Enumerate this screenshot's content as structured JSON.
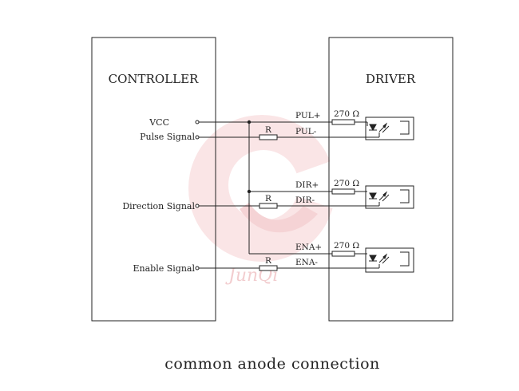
{
  "controller": {
    "title": "CONTROLLER",
    "vcc_label": "VCC",
    "pulse_label": "Pulse Signal",
    "direction_label": "Direction Signal",
    "enable_label": "Enable Signal"
  },
  "driver": {
    "title": "DRIVER"
  },
  "channels": [
    {
      "plus_label": "PUL+",
      "minus_label": "PUL-",
      "resistor_label": "270 Ω",
      "series_resistor_label": "R"
    },
    {
      "plus_label": "DIR+",
      "minus_label": "DIR-",
      "resistor_label": "270 Ω",
      "series_resistor_label": "R"
    },
    {
      "plus_label": "ENA+",
      "minus_label": "ENA-",
      "resistor_label": "270 Ω",
      "series_resistor_label": "R"
    }
  ],
  "watermark": {
    "text": "JunQi",
    "color": "#e9a5a8"
  },
  "caption": "common anode connection",
  "colors": {
    "line": "#222222",
    "background": "#ffffff"
  }
}
